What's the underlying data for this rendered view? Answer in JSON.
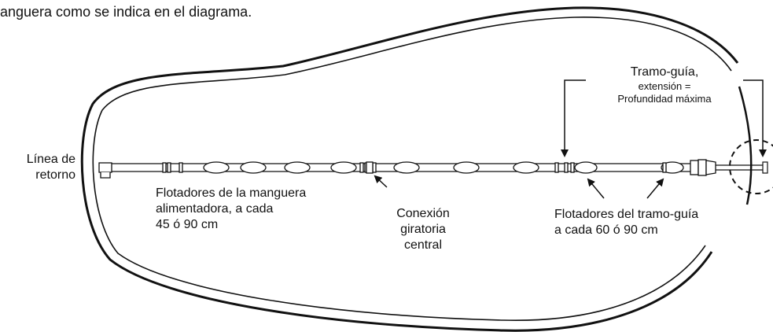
{
  "header_text": "anguera como se indica en el diagrama.",
  "labels": {
    "linea_retorno": [
      "Línea de",
      "retorno"
    ],
    "flotadores_manguera": [
      "Flotadores de la manguera",
      "alimentadora, a cada",
      "45 ó 90 cm"
    ],
    "conexion": [
      "Conexión",
      "giratoria",
      "central"
    ],
    "flotadores_tramo": [
      "Flotadores del tramo-guía",
      "a cada 60 ó 90 cm"
    ],
    "tramo_guia": "Tramo-guía,",
    "extension": "extensión =",
    "profundidad": "Profundidad máxima"
  },
  "colors": {
    "line": "#111111",
    "background": "#ffffff"
  }
}
